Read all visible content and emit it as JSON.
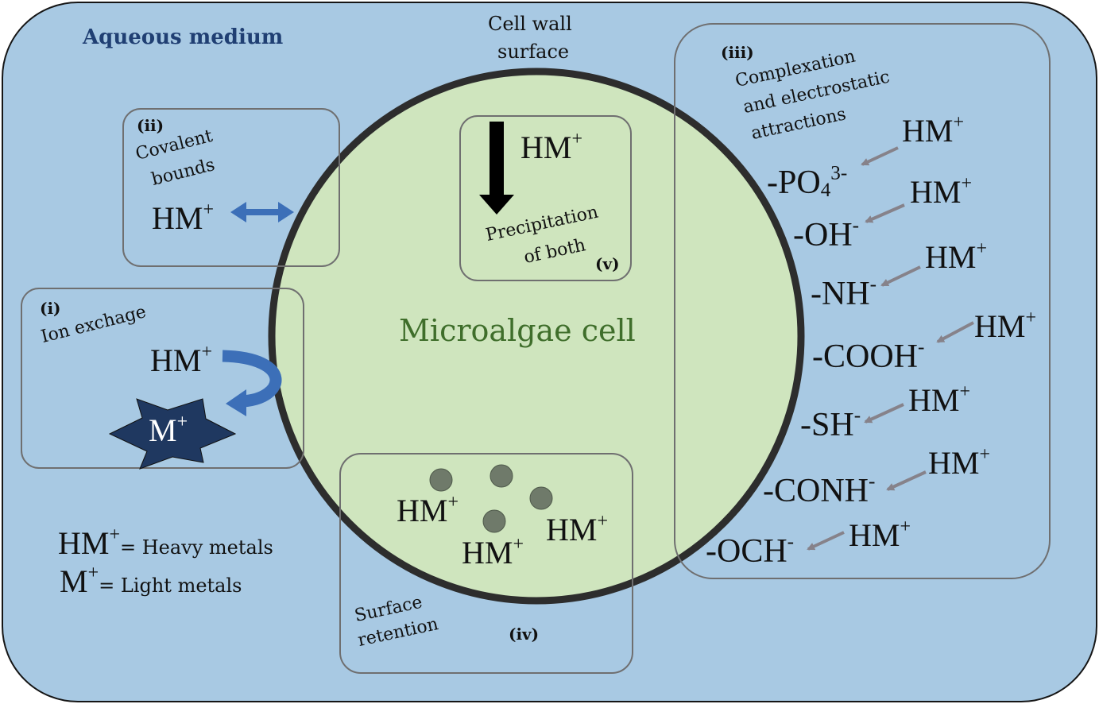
{
  "medium_label": "Aqueous medium",
  "cell_wall_label": [
    "Cell wall",
    "surface"
  ],
  "cell_label": "Microalgae cell",
  "hm": "HM",
  "m": "M",
  "plus": "+",
  "mechanisms": {
    "ion_exchange": {
      "roman": "(i)",
      "title": "Ion exchage"
    },
    "covalent": {
      "roman": "(ii)",
      "title": [
        "Covalent",
        "bounds"
      ]
    },
    "complexation": {
      "roman": "(iii)",
      "title": [
        "Complexation",
        "and electrostatic",
        "attractions"
      ]
    },
    "surface_retention": {
      "roman": "(iv)",
      "title": [
        "Surface",
        "retention"
      ]
    },
    "precipitation": {
      "roman": "(v)",
      "title": [
        "Precipitation",
        "of both"
      ]
    }
  },
  "functional_groups": [
    {
      "base": "-PO",
      "sub": "4",
      "sup": "3-"
    },
    {
      "base": "-OH",
      "sub": "",
      "sup": "-"
    },
    {
      "base": "-NH",
      "sub": "",
      "sup": "-"
    },
    {
      "base": "-COOH",
      "sub": "",
      "sup": "-"
    },
    {
      "base": "-SH",
      "sub": "",
      "sup": "-"
    },
    {
      "base": "-CONH",
      "sub": "",
      "sup": "-"
    },
    {
      "base": "-OCH",
      "sub": "",
      "sup": "-"
    }
  ],
  "legend": {
    "hm_desc": "= Heavy metals",
    "m_desc": "= Light metals"
  },
  "colors": {
    "medium": "#a8c9e3",
    "cell": "#cfe5be",
    "cell_wall": "#2d2d2d",
    "box_border": "#6f6f70",
    "title_blue": "#203f73",
    "cell_text": "#3f6e2b",
    "arrow_blue": "#3c6fb8",
    "arrow_gray": "#86828a",
    "star": "#1f3860",
    "dot": "#6f7a6a"
  }
}
